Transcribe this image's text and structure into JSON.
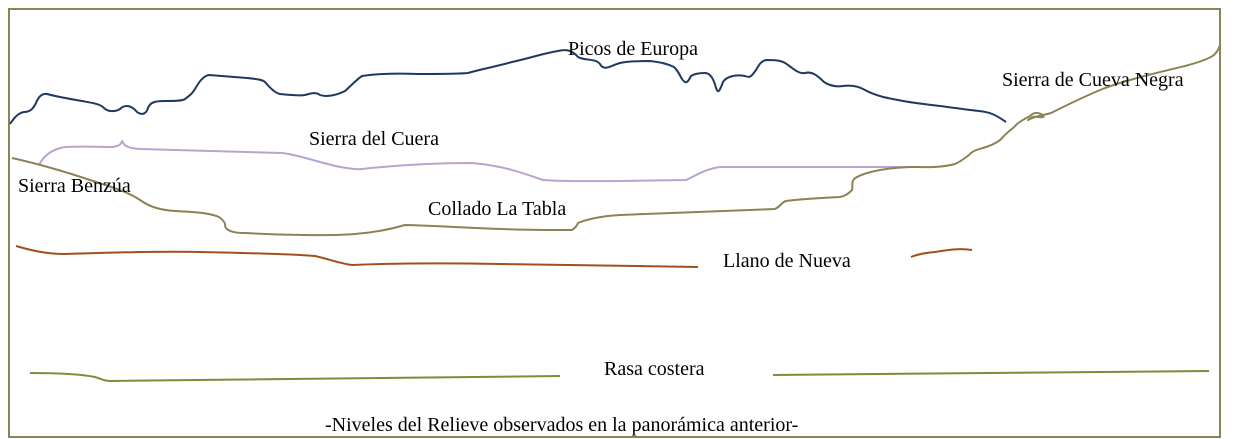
{
  "diagram": {
    "caption": "-Niveles del Relieve observados en la panorámica anterior-",
    "colors": {
      "border": "#8a8457",
      "picos": "#1f3a5c",
      "cuera": "#b9a3cf",
      "tabla": "#8b8355",
      "llano": "#a0501e",
      "rasa": "#77913a"
    },
    "levels": [
      {
        "id": "picos",
        "label": "Picos de Europa"
      },
      {
        "id": "cueva-negra",
        "label": "Sierra de Cueva Negra"
      },
      {
        "id": "cuera",
        "label": "Sierra del Cuera"
      },
      {
        "id": "benzua",
        "label": "Sierra Benzúa"
      },
      {
        "id": "tabla",
        "label": "Collado La Tabla"
      },
      {
        "id": "llano",
        "label": "Llano de Nueva"
      },
      {
        "id": "rasa",
        "label": "Rasa costera"
      }
    ]
  }
}
